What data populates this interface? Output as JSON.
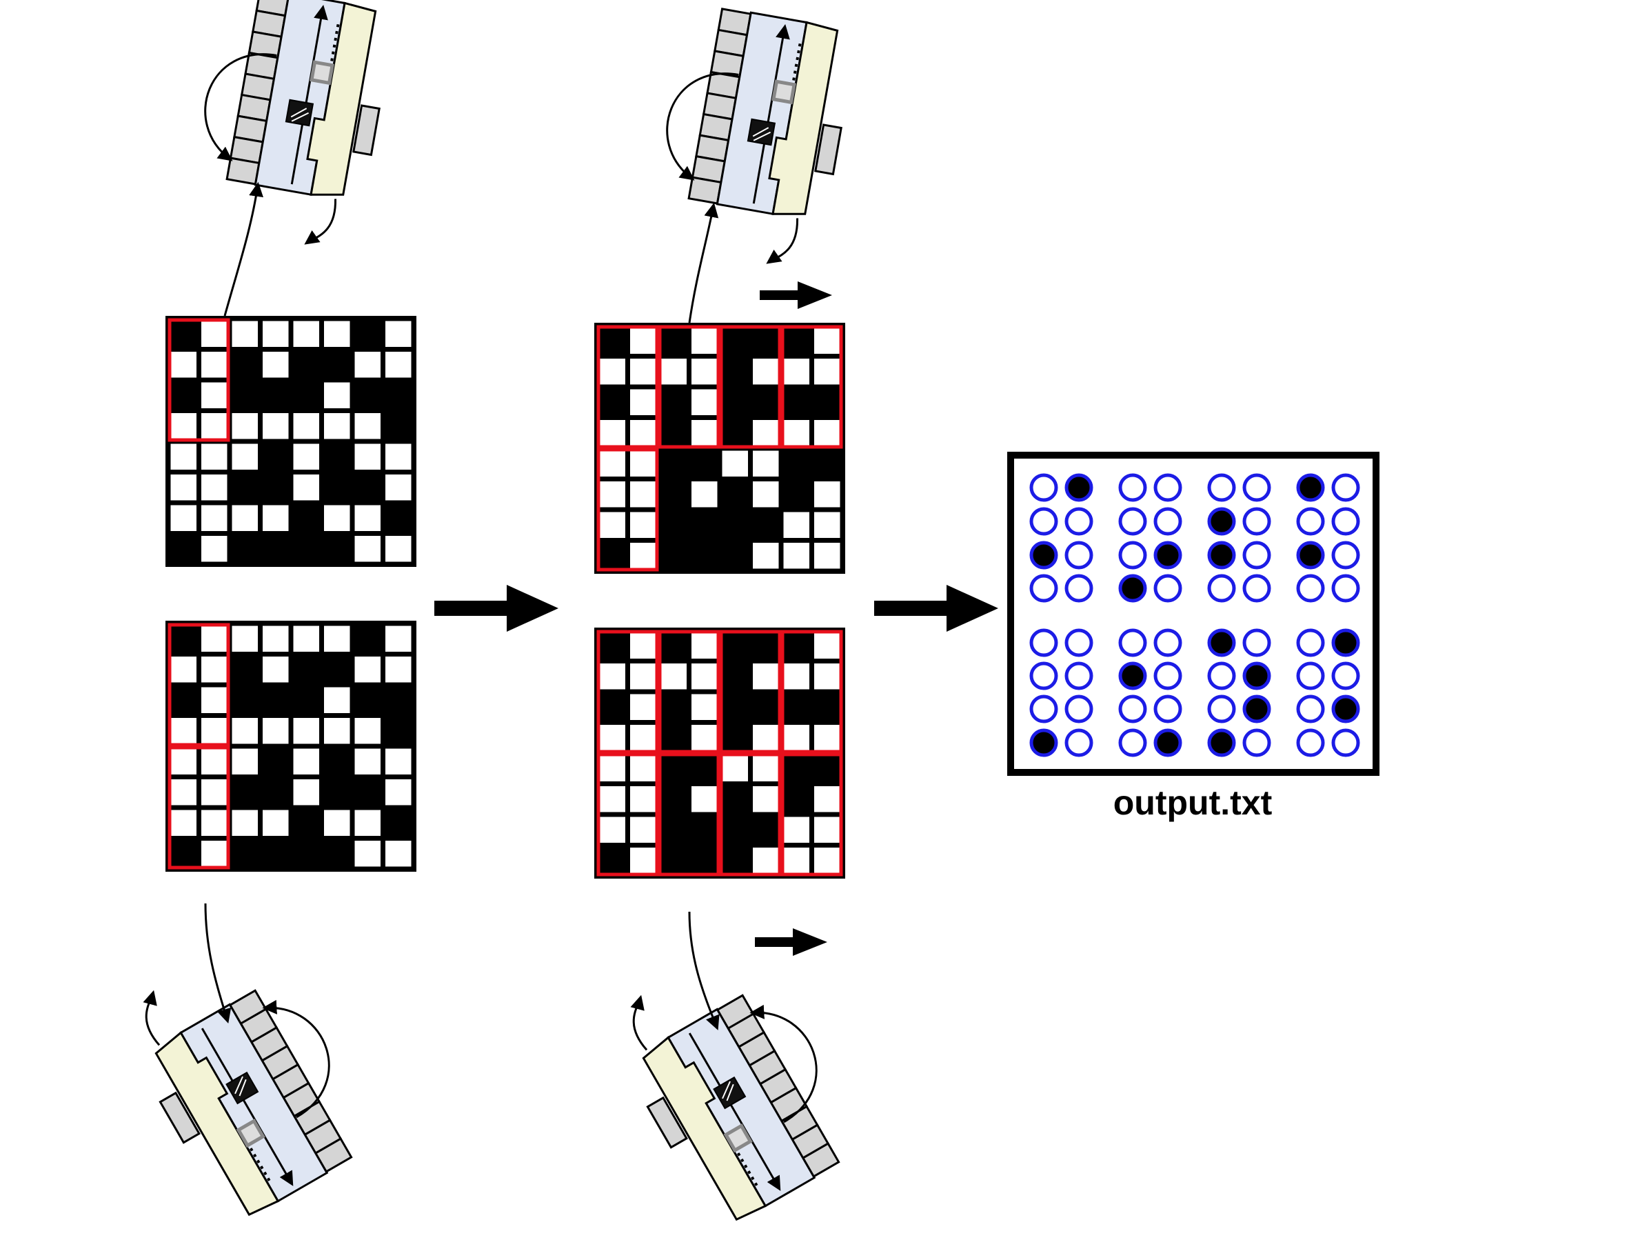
{
  "caption": "output.txt",
  "colors": {
    "frame": "#000000",
    "highlight": "#e8101c",
    "braille_ring": "#1c1ce6",
    "robot_panel": "#dfe6f3",
    "robot_panel_alt": "#f3f3d6",
    "robot_cell": "#d5d5d5"
  },
  "grid_patterns": {
    "left": [
      "10000010",
      "00101100",
      "10111011",
      "00000001",
      "00010100",
      "00110110",
      "00001001",
      "10111100"
    ],
    "middle": [
      "10101110",
      "00001000",
      "10101111",
      "00101000",
      "00110011",
      "00101010",
      "00111100",
      "10111000"
    ]
  },
  "braille": [
    [
      "01",
      "00",
      "00",
      "10"
    ],
    [
      "00",
      "00",
      "10",
      "00"
    ],
    [
      "10",
      "01",
      "10",
      "10"
    ],
    [
      "00",
      "10",
      "00",
      "00"
    ],
    [
      "00",
      "00",
      "10",
      "01"
    ],
    [
      "00",
      "10",
      "01",
      "00"
    ],
    [
      "00",
      "00",
      "01",
      "01"
    ],
    [
      "10",
      "01",
      "10",
      "00"
    ]
  ],
  "icons": [
    "robot-scanner-icon",
    "arrow-right-icon"
  ]
}
